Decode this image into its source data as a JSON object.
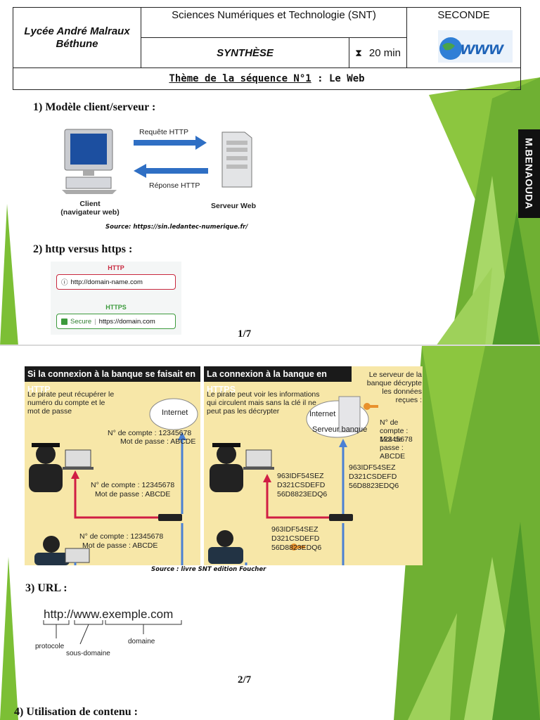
{
  "header": {
    "school_line1": "Lycée André Malraux",
    "school_line2": "Béthune",
    "subject": "Sciences Numériques et Technologie (SNT)",
    "level": "SECONDE",
    "synthesis": "SYNTHÈSE",
    "duration": "20 min",
    "theme_label": "Thème de la séquence N°1",
    "theme_value": " : Le Web",
    "logo_text": "www"
  },
  "author_badge": "M.BENAOUDA",
  "section1": {
    "heading": "1) Modèle client/serveur :",
    "request_label": "Requête HTTP",
    "response_label": "Réponse HTTP",
    "client_label": "Client",
    "client_sub": "(navigateur web)",
    "server_label": "Serveur Web",
    "source": "Source: https://sin.ledantec-numerique.fr/"
  },
  "section2": {
    "heading": "2) http versus https :",
    "http_label": "HTTP",
    "http_url": "http://domain-name.com",
    "https_label": "HTTPS",
    "secure_label": "Secure",
    "https_url": "https://domain.com"
  },
  "page1_number": "1/7",
  "bank": {
    "left_title": "Si la connexion à la banque se faisait en HTTP",
    "left_text1": "Le pirate peut récupérer le numéro du compte et le mot de passe",
    "internet": "Internet",
    "left_account_top": "N° de compte : 12345678",
    "left_pass_top": "Mot de passe : ABCDE",
    "left_account_mid": "N° de compte : 12345678",
    "left_pass_mid": "Mot de passe : ABCDE",
    "left_account_bot": "N° de compte : 12345678",
    "left_pass_bot": "Mot de passe : ABCDE",
    "right_title": "La connexion à la banque en HTTPS",
    "right_text1": "Le pirate peut voir les informations qui circulent mais sans la clé il ne peut pas les décrypter",
    "right_text2": "Le serveur de la banque décrypte les données reçues :",
    "server_bank": "Serveur banque",
    "right_account": "N° de compte : 12345678",
    "right_pass": "Mot de passe : ABCDE",
    "cipher1": "963IDF54SEZ",
    "cipher2": "D321CSDEFD",
    "cipher3": "56D8823EDQ6",
    "source": "Source : livre SNT edition Foucher"
  },
  "section3": {
    "heading": "3) URL :",
    "url": "http://www.exemple.com",
    "protocol": "protocole",
    "subdomain": "sous-domaine",
    "domain": "domaine"
  },
  "page2_number": "2/7",
  "section4": {
    "heading": "4) Utilisation de contenu :"
  }
}
